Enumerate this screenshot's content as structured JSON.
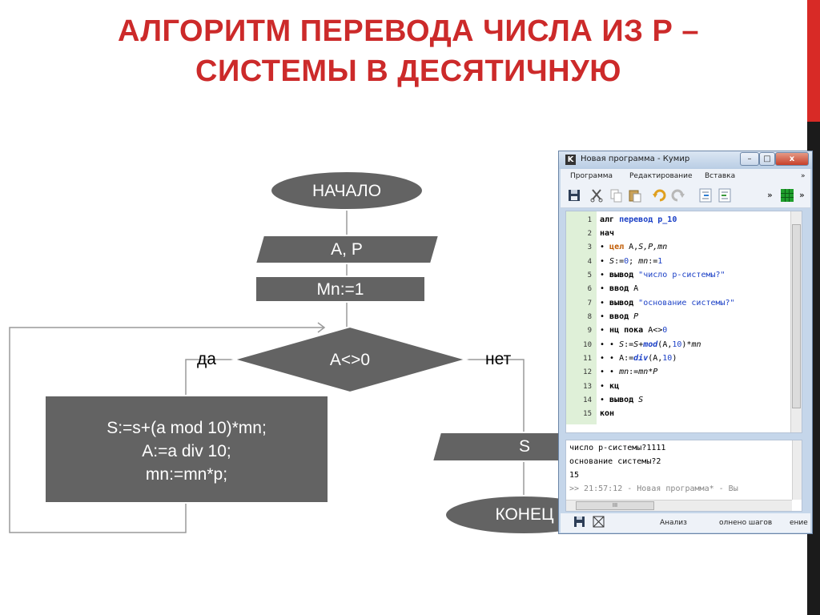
{
  "slide": {
    "title_line1": "АЛГОРИТМ ПЕРЕВОДА ЧИСЛА ИЗ Р –",
    "title_line2": "СИСТЕМЫ В ДЕСЯТИЧНУЮ"
  },
  "flowchart": {
    "start": "НАЧАЛО",
    "input": "A, P",
    "init": "Mn:=1",
    "condition": "A<>0",
    "yes": "да",
    "no": "нет",
    "body_line1": "S:=s+(a mod 10)*mn;",
    "body_line2": "A:=a div 10;",
    "body_line3": "mn:=mn*p;",
    "output": "S",
    "end": "КОНЕЦ"
  },
  "colors": {
    "title": "#cc2a2a",
    "shape_fill": "#636363",
    "shape_border": "#ffffff",
    "connector": "#9a9a9a"
  },
  "kumir": {
    "window_title": "Новая программа - Кумир",
    "menu": [
      "Программа",
      "Редактирование",
      "Вставка"
    ],
    "menu_more": "»",
    "toolbar_icons": [
      "save-icon",
      "cut-icon",
      "copy-icon",
      "paste-icon",
      "undo-icon",
      "redo-icon",
      "indent-icon",
      "unindent-icon",
      "grid-icon"
    ],
    "line_numbers": [
      "1",
      "2",
      "3",
      "4",
      "5",
      "6",
      "7",
      "8",
      "9",
      "10",
      "11",
      "12",
      "13",
      "14",
      "15"
    ],
    "code": {
      "l1a": "алг ",
      "l1b": "перевод р_10",
      "l2": "нач",
      "l3a": "• ",
      "l3b": "цел ",
      "l3c": "A,",
      "l3d": "S,P,mn",
      "l4a": "• ",
      "l4b": "S",
      "l4c": ":=",
      "l4d": "0",
      "l4e": "; ",
      "l4f": "mn",
      "l4g": ":=",
      "l4h": "1",
      "l5a": "• ",
      "l5b": "вывод ",
      "l5c": "\"число р-системы?\"",
      "l6a": "• ",
      "l6b": "ввод ",
      "l6c": "A",
      "l7a": "• ",
      "l7b": "вывод ",
      "l7c": "\"основание системы?\"",
      "l8a": "• ",
      "l8b": "ввод ",
      "l8c": "P",
      "l9a": "• ",
      "l9b": "нц пока ",
      "l9c": "A<>",
      "l9d": "0",
      "l10a": "• • ",
      "l10b": "S",
      "l10c": ":=",
      "l10d": "S",
      "l10e": "+",
      "l10f": "mod",
      "l10g": "(A,",
      "l10h": "10",
      "l10i": ")*",
      "l10j": "mn",
      "l11a": "• • ",
      "l11b": "A:=",
      "l11c": "div",
      "l11d": "(A,",
      "l11e": "10",
      "l11f": ")",
      "l12a": "• • ",
      "l12b": "mn",
      "l12c": ":=",
      "l12d": "mn*P",
      "l13a": "• ",
      "l13b": "кц",
      "l14a": "• ",
      "l14b": "вывод ",
      "l14c": "S",
      "l15": "кон"
    },
    "console": {
      "line1": "число р-системы?1111",
      "line2": "основание системы?2",
      "line3": "15",
      "line4": ">> 21:57:12 - Новая программа* - Вы"
    },
    "status": {
      "analysis": "Анализ",
      "steps": "олнено шагов",
      "extra": "ение"
    },
    "scroll_grip": "III"
  }
}
